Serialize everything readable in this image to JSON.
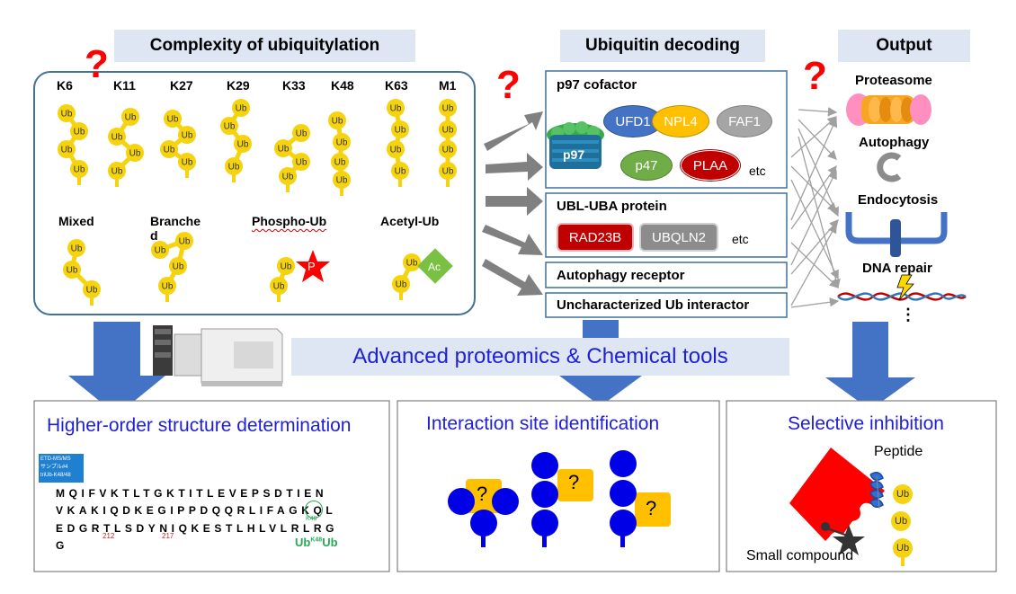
{
  "headers": {
    "complexity": "Complexity of ubiquitylation",
    "decoding": "Ubiquitin decoding",
    "output": "Output"
  },
  "question_mark": "?",
  "ub_label": "Ub",
  "linkages": [
    "K6",
    "K11",
    "K27",
    "K29",
    "K33",
    "K48",
    "K63",
    "M1"
  ],
  "special_types": {
    "mixed": "Mixed",
    "branched_line1": "Branche",
    "branched_line2": "d",
    "phospho": "Phospho-Ub",
    "acetyl": "Acetyl-Ub",
    "phospho_mark": "P",
    "acetyl_mark": "Ac"
  },
  "decoding": {
    "p97_title": "p97 cofactor",
    "p97_label": "p97",
    "ufd1": "UFD1",
    "npl4": "NPL4",
    "faf1": "FAF1",
    "p47": "p47",
    "plaa": "PLAA",
    "etc1": "etc",
    "ublu_title": "UBL-UBA protein",
    "rad23b": "RAD23B",
    "ubqln2": "UBQLN2",
    "etc2": "etc",
    "autophagy_receptor": "Autophagy receptor",
    "uncharacterized": "Uncharacterized Ub interactor"
  },
  "outputs": {
    "proteasome": "Proteasome",
    "autophagy": "Autophagy",
    "endocytosis": "Endocytosis",
    "dna_repair": "DNA repair",
    "ellipsis": "⋮"
  },
  "banner": "Advanced proteomics & Chemical tools",
  "panels": {
    "structure": "Higher-order structure determination",
    "interaction": "Interaction site identification",
    "inhibition": "Selective inhibition"
  },
  "ms_tag": {
    "line1": "ETD-MS/MS",
    "line2": "サンプル#4",
    "line3": "triUb-K48/48"
  },
  "sequence": {
    "row1": "MQIFVKTLTGKTITLEVEPSDTIEN",
    "row2": "VKAKIQDKEGIPPDQQRLIFAGKQL",
    "row3": "EDGRTLSDYNIQKESTLHLVLRLRG",
    "row4": "G",
    "k48": "K48",
    "n212": "212",
    "n217": "217",
    "ubk48ub_a": "Ub",
    "ubk48ub_sup": "K48",
    "ubk48ub_b": "Ub"
  },
  "inhibition": {
    "peptide": "Peptide",
    "small_compound": "Small compound"
  },
  "colors": {
    "header_bg": "#dde6f2",
    "blue_text": "#1f1fd8",
    "ub_yellow": "#f5d30f",
    "arrow_gray": "#7f7f7f",
    "big_arrow_blue": "#4472c4",
    "question_red": "#ff0000",
    "dot_blue": "#0000e6",
    "box_orange": "#ffc000"
  }
}
